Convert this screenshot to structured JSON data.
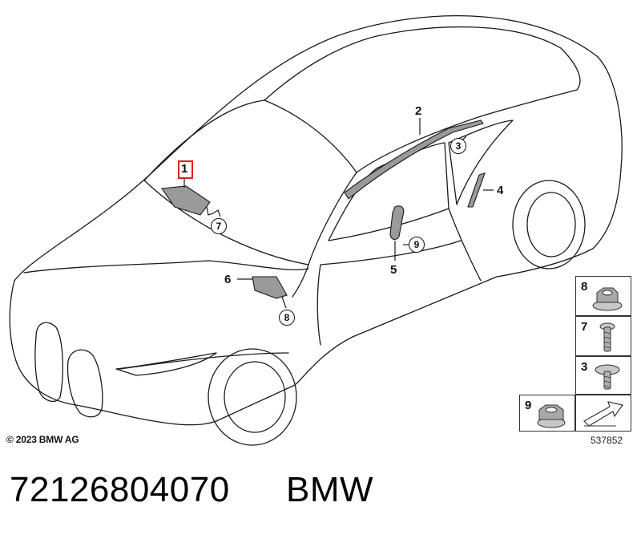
{
  "callouts": {
    "c1": "1",
    "c2": "2",
    "c3": "3",
    "c4": "4",
    "c5": "5",
    "c6": "6",
    "c7": "7",
    "c8": "8",
    "c9": "9"
  },
  "legend": {
    "items": [
      "8",
      "7",
      "3",
      "9"
    ]
  },
  "copyright": "© 2023 BMW AG",
  "reference_number": "537852",
  "part_number": "72126804070",
  "brand": "BMW",
  "colors": {
    "highlight": "#e0211d",
    "line": "#1a1a1a",
    "part_fill": "#9a9a9a"
  }
}
